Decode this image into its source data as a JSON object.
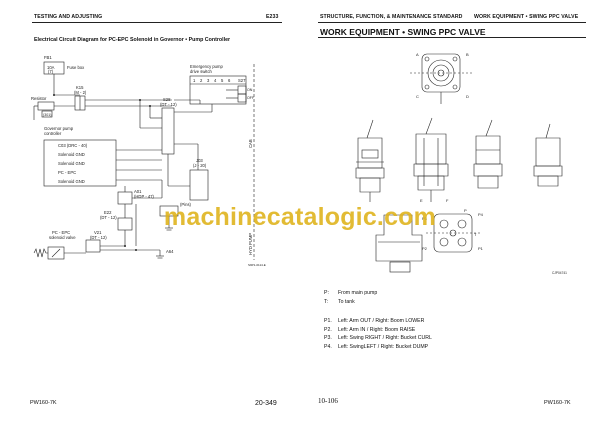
{
  "left": {
    "header_left": "TESTING AND ADJUSTING",
    "header_right": "E233",
    "title": "Electrical Circuit Diagram for PC-EPC Solenoid in Governor • Pump Controller",
    "footer_model": "PW160-7K",
    "footer_page": "20-349",
    "diagram": {
      "fb1": "FB1",
      "fuse_rating": "10A",
      "fuse_num": "(7)",
      "fuse_box": "Fuse box",
      "resistor": "Resistor",
      "resistor_code": "(301)",
      "k15": "K15",
      "k15_type": "(M - 2)",
      "emergency_switch": [
        "Emergency pump",
        "drive switch"
      ],
      "s27": "S27",
      "sw_on": "ON",
      "sw_off": "OFF",
      "pins": [
        "1",
        "2",
        "3",
        "4",
        "5",
        "6"
      ],
      "s28": "S28",
      "s28_type": "(DT - 12)",
      "gov_controller": [
        "Governor pump",
        "controller"
      ],
      "c03": "C03 (DRC - 40)",
      "solenoid_lines": [
        "Solenoid GND",
        "Solenoid GND",
        "PC - EPC",
        "Solenoid GND"
      ],
      "j03": "J03",
      "j03_type": "(J - 20)",
      "pins_label": "(Pins)",
      "a01": "A01",
      "a01_type": "(HDP - 47)",
      "e22": "E22",
      "e22_type": "(DT - 12)",
      "pc_epc_valve": [
        "PC - EPC",
        "solenoid valve"
      ],
      "v21": "V21",
      "v21_type": "(DT - 12)",
      "a64": "A64",
      "cab": "CAB",
      "hyd_pump": "HYD PUMP",
      "fig_ref": "S9P1-0114-E"
    }
  },
  "right": {
    "header_left": "STRUCTURE, FUNCTION, & MAINTENANCE STANDARD",
    "header_right": "WORK EQUIPMENT • SWING PPC VALVE",
    "title": "WORK EQUIPMENT • SWING PPC VALVE",
    "fig_ref": "CJP04741",
    "view_labels": [
      "A",
      "B",
      "C",
      "D",
      "E",
      "F",
      "P",
      "T",
      "P1",
      "P2",
      "P3",
      "P4"
    ],
    "legend": [
      {
        "code": "P:",
        "text": "From main pump"
      },
      {
        "code": "T:",
        "text": "To tank"
      },
      {
        "code": "P1.",
        "text": "Left: Arm OUT / Right: Boom LOWER"
      },
      {
        "code": "P2.",
        "text": "Left: Arm IN / Right: Boom RAISE"
      },
      {
        "code": "P3.",
        "text": "Left: Swing RIGHT / Right: Bucket CURL"
      },
      {
        "code": "P4.",
        "text": "Left: SwingLEFT / Right: Bucket DUMP"
      }
    ],
    "footer_page": "10-106",
    "footer_model": "PW160-7K"
  },
  "watermark": "machinecatalogic.com"
}
